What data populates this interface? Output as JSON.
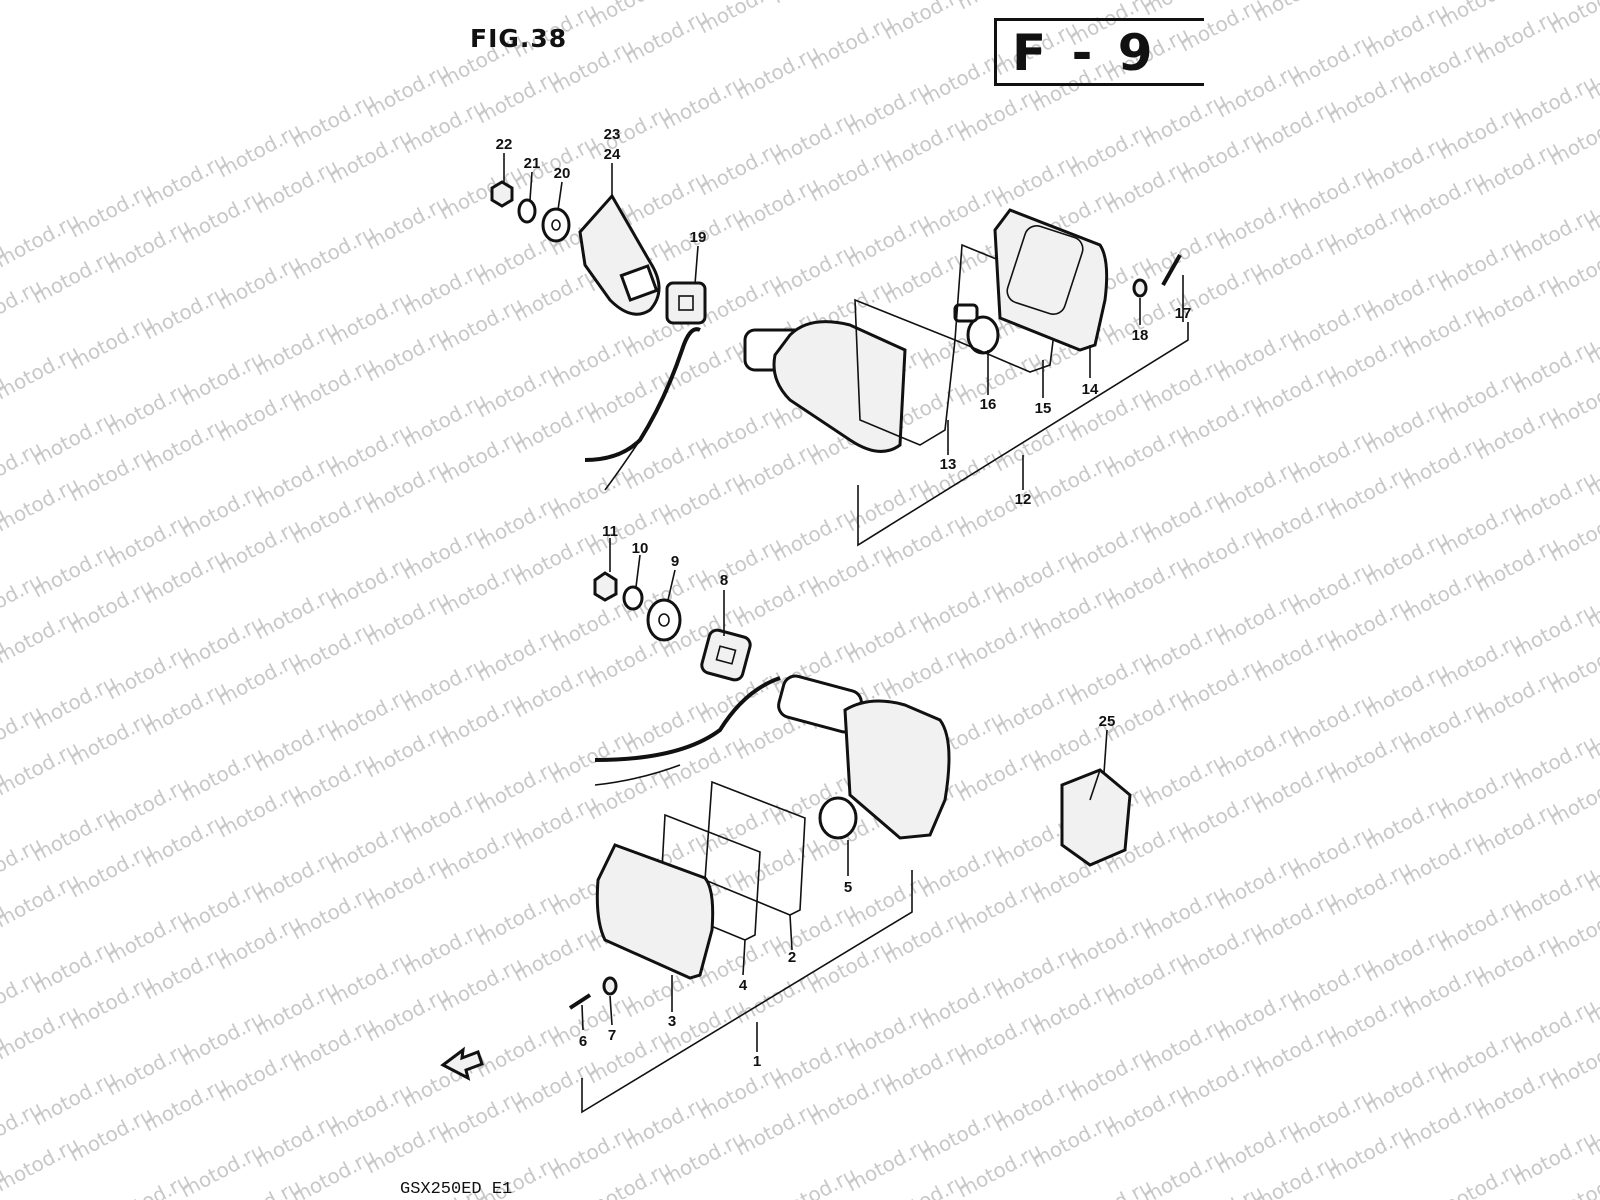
{
  "figure": {
    "title": "FIG.38",
    "section_code": "F - 9",
    "model_code": "GSX250ED E1"
  },
  "watermark": "motod.ru",
  "callouts": [
    {
      "id": "1",
      "label": "1"
    },
    {
      "id": "2",
      "label": "2"
    },
    {
      "id": "3",
      "label": "3"
    },
    {
      "id": "4",
      "label": "4"
    },
    {
      "id": "5",
      "label": "5"
    },
    {
      "id": "6",
      "label": "6"
    },
    {
      "id": "7",
      "label": "7"
    },
    {
      "id": "8",
      "label": "8"
    },
    {
      "id": "9",
      "label": "9"
    },
    {
      "id": "10",
      "label": "10"
    },
    {
      "id": "11",
      "label": "11"
    },
    {
      "id": "12",
      "label": "12"
    },
    {
      "id": "13",
      "label": "13"
    },
    {
      "id": "14",
      "label": "14"
    },
    {
      "id": "15",
      "label": "15"
    },
    {
      "id": "16",
      "label": "16"
    },
    {
      "id": "17",
      "label": "17"
    },
    {
      "id": "18",
      "label": "18"
    },
    {
      "id": "19",
      "label": "19"
    },
    {
      "id": "20",
      "label": "20"
    },
    {
      "id": "21",
      "label": "21"
    },
    {
      "id": "22",
      "label": "22"
    },
    {
      "id": "23",
      "label": "23"
    },
    {
      "id": "24",
      "label": "24"
    },
    {
      "id": "25",
      "label": "25"
    }
  ]
}
